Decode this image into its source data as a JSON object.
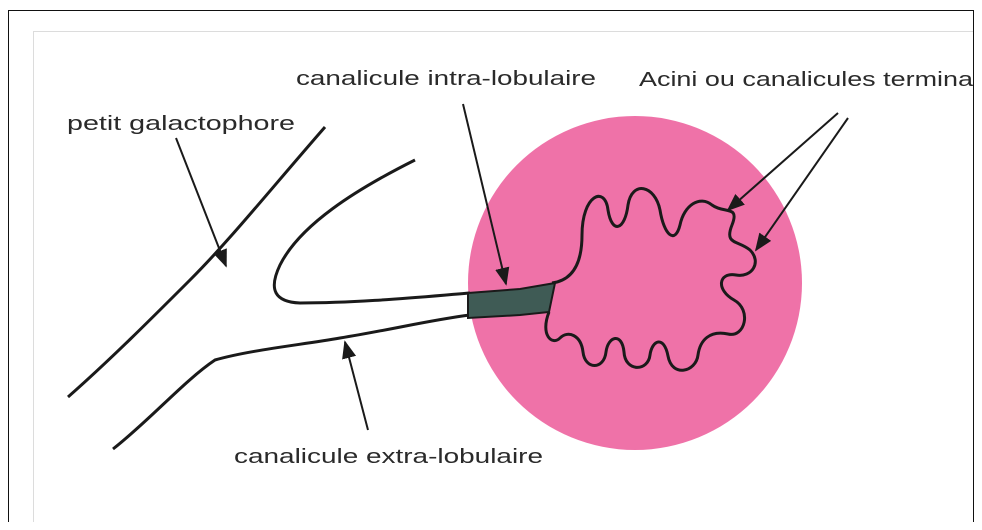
{
  "diagram": {
    "labels": {
      "petit_galactophore": "petit galactophore",
      "canalicule_intra": "canalicule intra-lobulaire",
      "acini": "Acini ou canalicules termina",
      "canalicule_extra": "canalicule extra-lobulaire"
    },
    "colors": {
      "lobule": "#ef72a8",
      "intra_duct": "#3f5b55",
      "line": "#1a1a1a"
    }
  }
}
